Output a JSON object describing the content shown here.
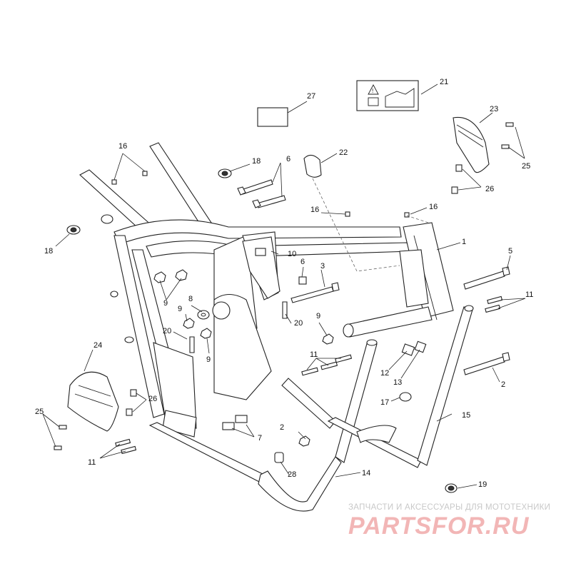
{
  "callouts": [
    {
      "n": "1"
    },
    {
      "n": "2"
    },
    {
      "n": "2"
    },
    {
      "n": "3"
    },
    {
      "n": "5"
    },
    {
      "n": "6"
    },
    {
      "n": "6"
    },
    {
      "n": "7"
    },
    {
      "n": "8"
    },
    {
      "n": "9"
    },
    {
      "n": "9"
    },
    {
      "n": "9"
    },
    {
      "n": "9"
    },
    {
      "n": "10"
    },
    {
      "n": "11"
    },
    {
      "n": "11"
    },
    {
      "n": "11"
    },
    {
      "n": "12"
    },
    {
      "n": "13"
    },
    {
      "n": "14"
    },
    {
      "n": "15"
    },
    {
      "n": "16"
    },
    {
      "n": "16"
    },
    {
      "n": "16"
    },
    {
      "n": "17"
    },
    {
      "n": "18"
    },
    {
      "n": "18"
    },
    {
      "n": "19"
    },
    {
      "n": "20"
    },
    {
      "n": "20"
    },
    {
      "n": "21"
    },
    {
      "n": "22"
    },
    {
      "n": "23"
    },
    {
      "n": "24"
    },
    {
      "n": "25"
    },
    {
      "n": "25"
    },
    {
      "n": "26"
    },
    {
      "n": "26"
    },
    {
      "n": "27"
    },
    {
      "n": "28"
    }
  ],
  "watermark": {
    "caption": "ЗАПЧАСТИ И АКСЕССУАРЫ ДЛЯ МОТОТЕХНИКИ",
    "logo": "PARTSFOR.RU"
  },
  "colors": {
    "line": "#222222",
    "watermark_text": "#c8c8c8",
    "logo": "#f2b6b6"
  }
}
